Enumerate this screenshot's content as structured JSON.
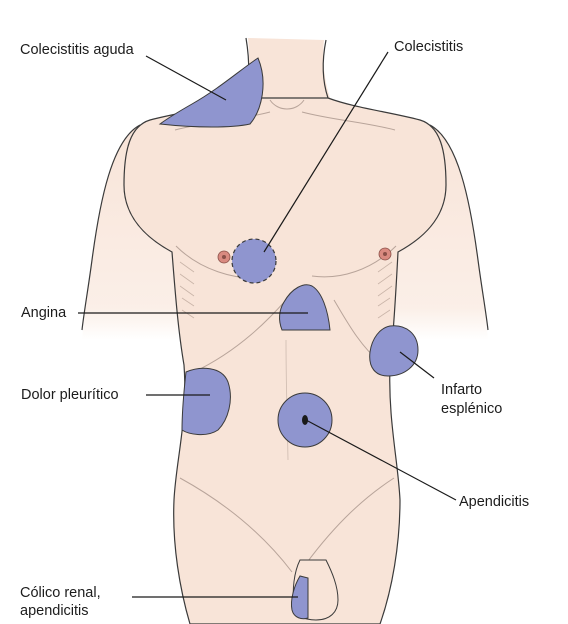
{
  "labels": {
    "acute_cholecystitis": "Colecistitis aguda",
    "cholecystitis": "Colecistitis",
    "angina": "Angina",
    "pleuritic_pain": "Dolor pleurítico",
    "splenic_infarct_line1": "Infarto",
    "splenic_infarct_line2": "esplénico",
    "appendicitis": "Apendicitis",
    "renal_colic_line1": "Cólico renal,",
    "renal_colic_line2": "apendicitis"
  },
  "colors": {
    "skin": "#f8e4d8",
    "skin_outline": "#3a3a3a",
    "pain_area": "#8f95cf",
    "nipple": "#d98a80",
    "leader_line": "#1a1a1a"
  }
}
